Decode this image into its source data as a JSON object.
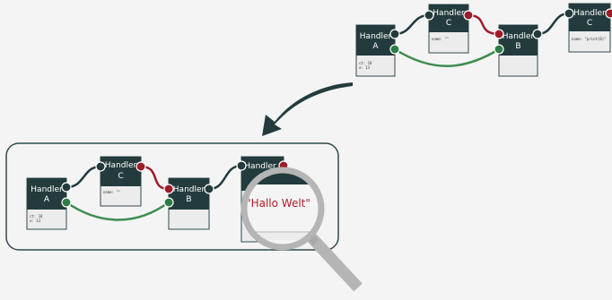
{
  "colors": {
    "background": "#f4f4f4",
    "node_header": "#233b3d",
    "node_body": "#ececec",
    "node_border": "#2f4a4c",
    "port_dark": "#233b3d",
    "port_green": "#2e7d46",
    "port_red": "#9e1b2a",
    "wire_dark": "#233b3d",
    "wire_green": "#3d8c4f",
    "wire_red": "#9e1b2a",
    "arrow": "#233b3d",
    "magnifier": "#b5b5b5",
    "zoom_text": "#b01e2a"
  },
  "top_graph": {
    "handler_a": {
      "title_1": "Handler",
      "title_2": "A",
      "line_1": "ct: 18",
      "line_2": "x: 13"
    },
    "handler_c": {
      "title_1": "Handler",
      "title_2": "C",
      "line_1": "name: \"\""
    },
    "handler_b": {
      "title_1": "Handler",
      "title_2": "B"
    },
    "handler_c2": {
      "title_1": "Handler",
      "title_2": "C",
      "line_1": "name: \"print(0)\""
    }
  },
  "zoom_graph": {
    "handler_a": {
      "title_1": "Handler",
      "title_2": "A",
      "line_1": "ct: 18",
      "line_2": "x: 13"
    },
    "handler_c": {
      "title_1": "Handler",
      "title_2": "C",
      "line_1": "name: \"\""
    },
    "handler_b": {
      "title_1": "Handler",
      "title_2": "B"
    },
    "handler_c2": {
      "title_1": "Handler"
    },
    "magnified_text": "\"Hallo Welt\""
  }
}
